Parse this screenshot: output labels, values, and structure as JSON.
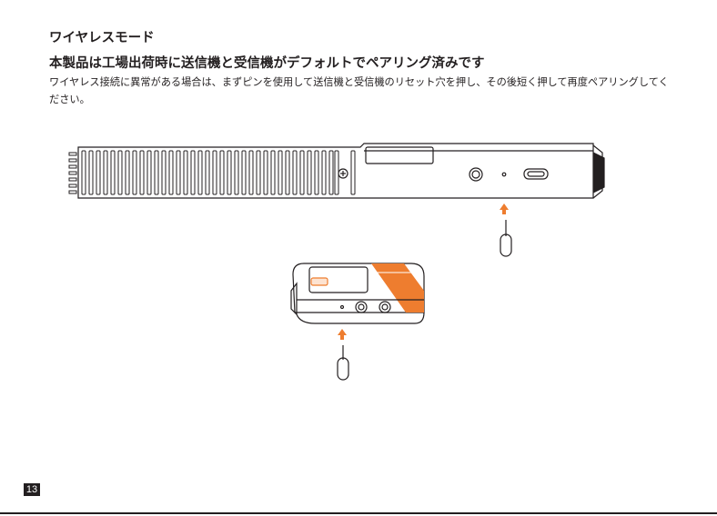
{
  "heading": "ワイヤレスモード",
  "subheading": "本製品は工場出荷時に送信機と受信機がデフォルトでペアリング済みです",
  "body": "ワイヤレス接続に異常がある場合は、まずピンを使用して送信機と受信機のリセット穴を押し、その後短く押して再度ペアリングしてください。",
  "page_number": "13",
  "colors": {
    "text": "#231f20",
    "accent": "#ee7d2f",
    "line": "#231f20"
  },
  "icons": [
    "receiver-device-icon",
    "transmitter-device-icon",
    "reset-pin-icon",
    "arrow-up-icon"
  ]
}
